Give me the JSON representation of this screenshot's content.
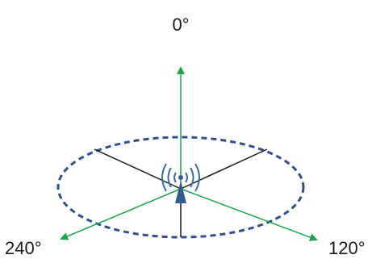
{
  "labels": {
    "top": "0°",
    "right": "120°",
    "left": "240°"
  },
  "colors": {
    "direction_arrows": "#1aa64a",
    "sector_boundaries": "#1a1a1a",
    "coverage_ring": "#2f4f8f",
    "antenna": "#2f5f8f",
    "signal_waves": "#3b6ea5"
  },
  "icons": {
    "antenna": "antenna-tower-icon"
  }
}
